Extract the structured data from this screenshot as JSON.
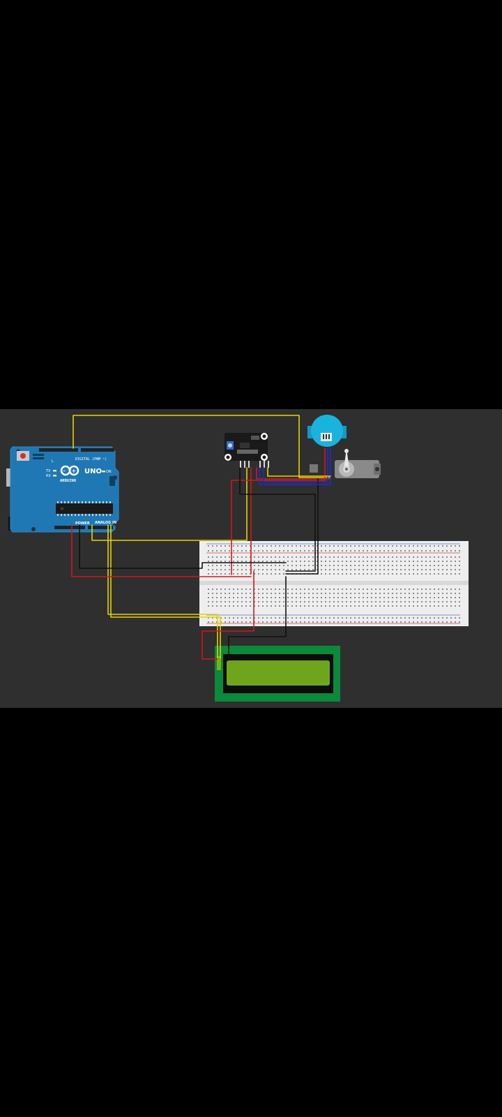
{
  "arduino": {
    "model": "UNO",
    "brand": "ARDUINO",
    "digital_header": "DIGITAL (PWM ~)",
    "power_header": "POWER",
    "analog_header": "ANALOG IN",
    "tx": "TX",
    "rx": "RX",
    "on": "ON",
    "l": "L"
  },
  "colors": {
    "canvas": "#2f2f2f",
    "board": "#1f78b4",
    "wire_yellow": "#e6d400",
    "wire_red": "#d01818",
    "wire_black": "#111111",
    "wire_blue": "#1a2fd6",
    "breadboard": "#eeeeee",
    "lcd_pcb": "#0a8a3a",
    "lcd_screen": "#6fa51c",
    "buzzer": "#1ab3de",
    "servo": "#8a8a8a"
  },
  "icons": {
    "arduino_logo": "infinity-logo-icon",
    "reset_button": "reset-button-icon"
  }
}
